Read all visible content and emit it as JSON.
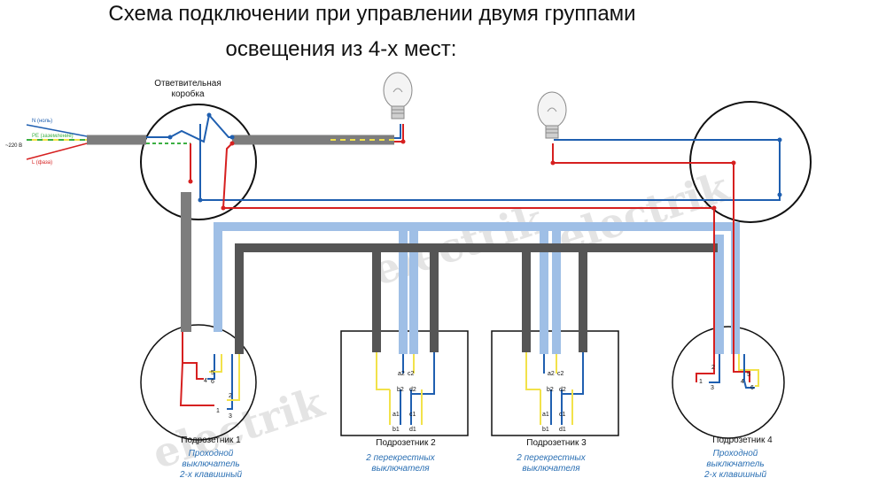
{
  "title": {
    "line1": "Схема подключении при управлении двумя группами",
    "line2": "освещения из 4-х мест:"
  },
  "junction_box": {
    "label_line1": "Ответвительная",
    "label_line2": "коробка"
  },
  "supply": {
    "voltage": "~220 В",
    "neutral": "N (ноль)",
    "ground": "PE (заземление)",
    "phase": "L (фаза)"
  },
  "boxes": [
    {
      "name": "Подрозетник 1",
      "desc": [
        "Проходной",
        "выключатель",
        "2-х клавишный"
      ],
      "pins": [
        "4",
        "5",
        "6",
        "2",
        "1",
        "3"
      ]
    },
    {
      "name": "Подрозетник 2",
      "desc": [
        "2 перекрестных",
        "выключателя"
      ],
      "pins": [
        "a2",
        "c2",
        "b2",
        "d2",
        "a1",
        "c1",
        "b1",
        "d1"
      ]
    },
    {
      "name": "Подрозетник 3",
      "desc": [
        "2 перекрестных",
        "выключателя"
      ],
      "pins": [
        "a2",
        "c2",
        "b2",
        "d2",
        "a1",
        "c1",
        "b1",
        "d1"
      ]
    },
    {
      "name": "Подрозетник 4",
      "desc": [
        "Проходной",
        "выключатель",
        "2-х клавишный"
      ],
      "pins": [
        "2",
        "5",
        "1",
        "3",
        "4",
        "6"
      ]
    }
  ],
  "watermark": "electrik",
  "colors": {
    "phase": "#d62020",
    "neutral": "#1f5fb0",
    "ground_yellow": "#f2e24a",
    "ground_green": "#3cb043",
    "cable_gray": "#7d7d7d",
    "cable_blue": "#9fbfe6",
    "cable_dark": "#555555"
  }
}
